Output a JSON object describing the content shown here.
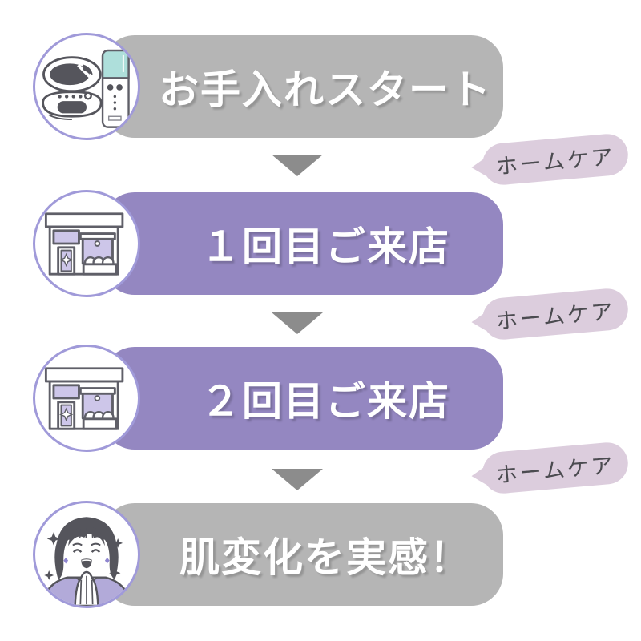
{
  "steps": [
    {
      "label": "お手入れスタート",
      "variant": "gray",
      "icon": "skincare-devices-icon"
    },
    {
      "label": "１回目ご来店",
      "variant": "purple",
      "icon": "store-icon"
    },
    {
      "label": "２回目ご来店",
      "variant": "purple",
      "icon": "store-icon"
    },
    {
      "label": "肌変化を実感！",
      "variant": "gray",
      "icon": "happy-woman-icon"
    }
  ],
  "connectors": [
    {
      "badge_label": "ホームケア"
    },
    {
      "badge_label": "ホームケア"
    },
    {
      "badge_label": "ホームケア"
    }
  ],
  "palette": {
    "bar_gray": "#b5b5b5",
    "bar_purple": "#9487c1",
    "bar_text": "#ffffff",
    "arrow_gray": "#8c8c8c",
    "badge_background": "#dccddd",
    "badge_text": "#4b4b50",
    "circle_border": "#a09ad9",
    "icon_outline": "#5f5f68",
    "icon_light_purple": "#cdc6e9",
    "icon_mint": "#aedfdb",
    "icon_clothing_purple": "#b2aad9"
  }
}
